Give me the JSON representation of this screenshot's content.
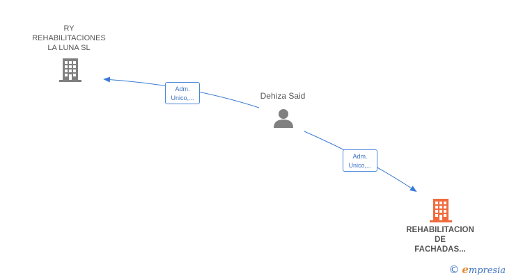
{
  "colors": {
    "edge": "#3a7bd5",
    "company_gray": "#808080",
    "company_highlight": "#f06a3c",
    "person": "#808080"
  },
  "nodes": {
    "company_1": {
      "lines": [
        "RY",
        "REHABILITACIONES",
        "LA LUNA  SL"
      ],
      "icon": "building-icon"
    },
    "person": {
      "name": "Dehiza Said",
      "icon": "person-icon"
    },
    "company_2": {
      "lines": [
        "REHABILITACION",
        "DE",
        "FACHADAS..."
      ],
      "icon": "building-icon"
    }
  },
  "edges": [
    {
      "from": "person",
      "to": "company_1",
      "label": [
        "Adm.",
        "Unico,..."
      ]
    },
    {
      "from": "person",
      "to": "company_2",
      "label": [
        "Adm.",
        "Unico,..."
      ]
    }
  ],
  "footer": {
    "copyright_symbol": "©",
    "brand_first": "e",
    "brand_rest": "mpresia"
  }
}
